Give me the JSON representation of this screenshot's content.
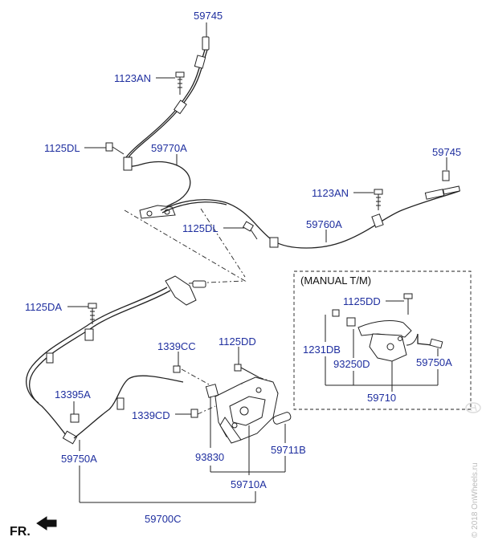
{
  "diagram": {
    "callouts": [
      {
        "id": "59745_top",
        "text": "59745"
      },
      {
        "id": "1123AN_top",
        "text": "1123AN"
      },
      {
        "id": "1125DL_left",
        "text": "1125DL"
      },
      {
        "id": "59770A",
        "text": "59770A"
      },
      {
        "id": "59745_right",
        "text": "59745"
      },
      {
        "id": "1123AN_right",
        "text": "1123AN"
      },
      {
        "id": "1125DL_mid",
        "text": "1125DL"
      },
      {
        "id": "59760A",
        "text": "59760A"
      },
      {
        "id": "1125DA",
        "text": "1125DA"
      },
      {
        "id": "1339CC",
        "text": "1339CC"
      },
      {
        "id": "1125DD_main",
        "text": "1125DD"
      },
      {
        "id": "13395A",
        "text": "13395A"
      },
      {
        "id": "1339CD",
        "text": "1339CD"
      },
      {
        "id": "93830",
        "text": "93830"
      },
      {
        "id": "59711B",
        "text": "59711B"
      },
      {
        "id": "59750A_main",
        "text": "59750A"
      },
      {
        "id": "59710A",
        "text": "59710A"
      },
      {
        "id": "59700C",
        "text": "59700C"
      },
      {
        "id": "1125DD_box",
        "text": "1125DD"
      },
      {
        "id": "1231DB",
        "text": "1231DB"
      },
      {
        "id": "93250D",
        "text": "93250D"
      },
      {
        "id": "59750A_box",
        "text": "59750A"
      },
      {
        "id": "59710",
        "text": "59710"
      }
    ],
    "inset_title": "(MANUAL T/M)",
    "direction_label": "FR.",
    "watermark": "© 2018 OnWheels.ru",
    "colors": {
      "callout": "#1f2f9f",
      "line": "#222222"
    }
  }
}
